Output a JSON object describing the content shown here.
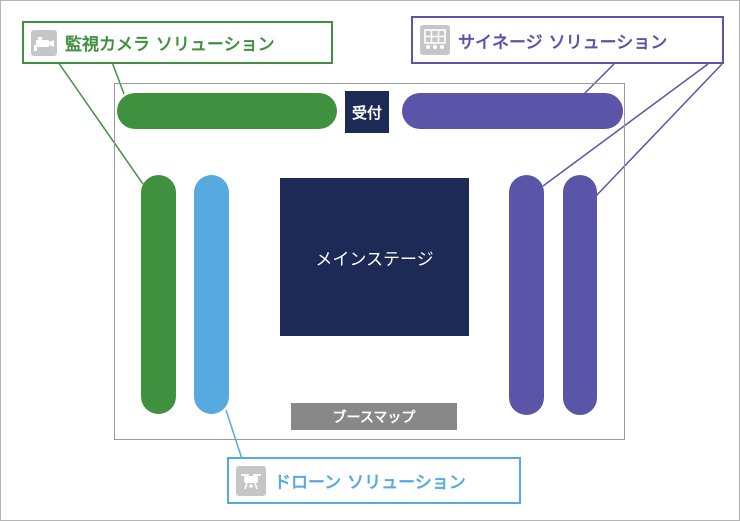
{
  "venue": {
    "reception_label": "受付",
    "main_stage_label": "メインステージ",
    "booth_map_label": "ブースマップ"
  },
  "callouts": {
    "camera": {
      "label": "監視カメラ ソリューション",
      "icon": "camera-icon",
      "color": "#3f913f"
    },
    "signage": {
      "label": "サイネージ ソリューション",
      "icon": "signage-icon",
      "color": "#5a55a8"
    },
    "drone": {
      "label": "ドローン ソリューション",
      "icon": "drone-icon",
      "color": "#56aadf"
    }
  },
  "colors": {
    "main_stage": "#1d2a56",
    "booth_map": "#888888"
  }
}
